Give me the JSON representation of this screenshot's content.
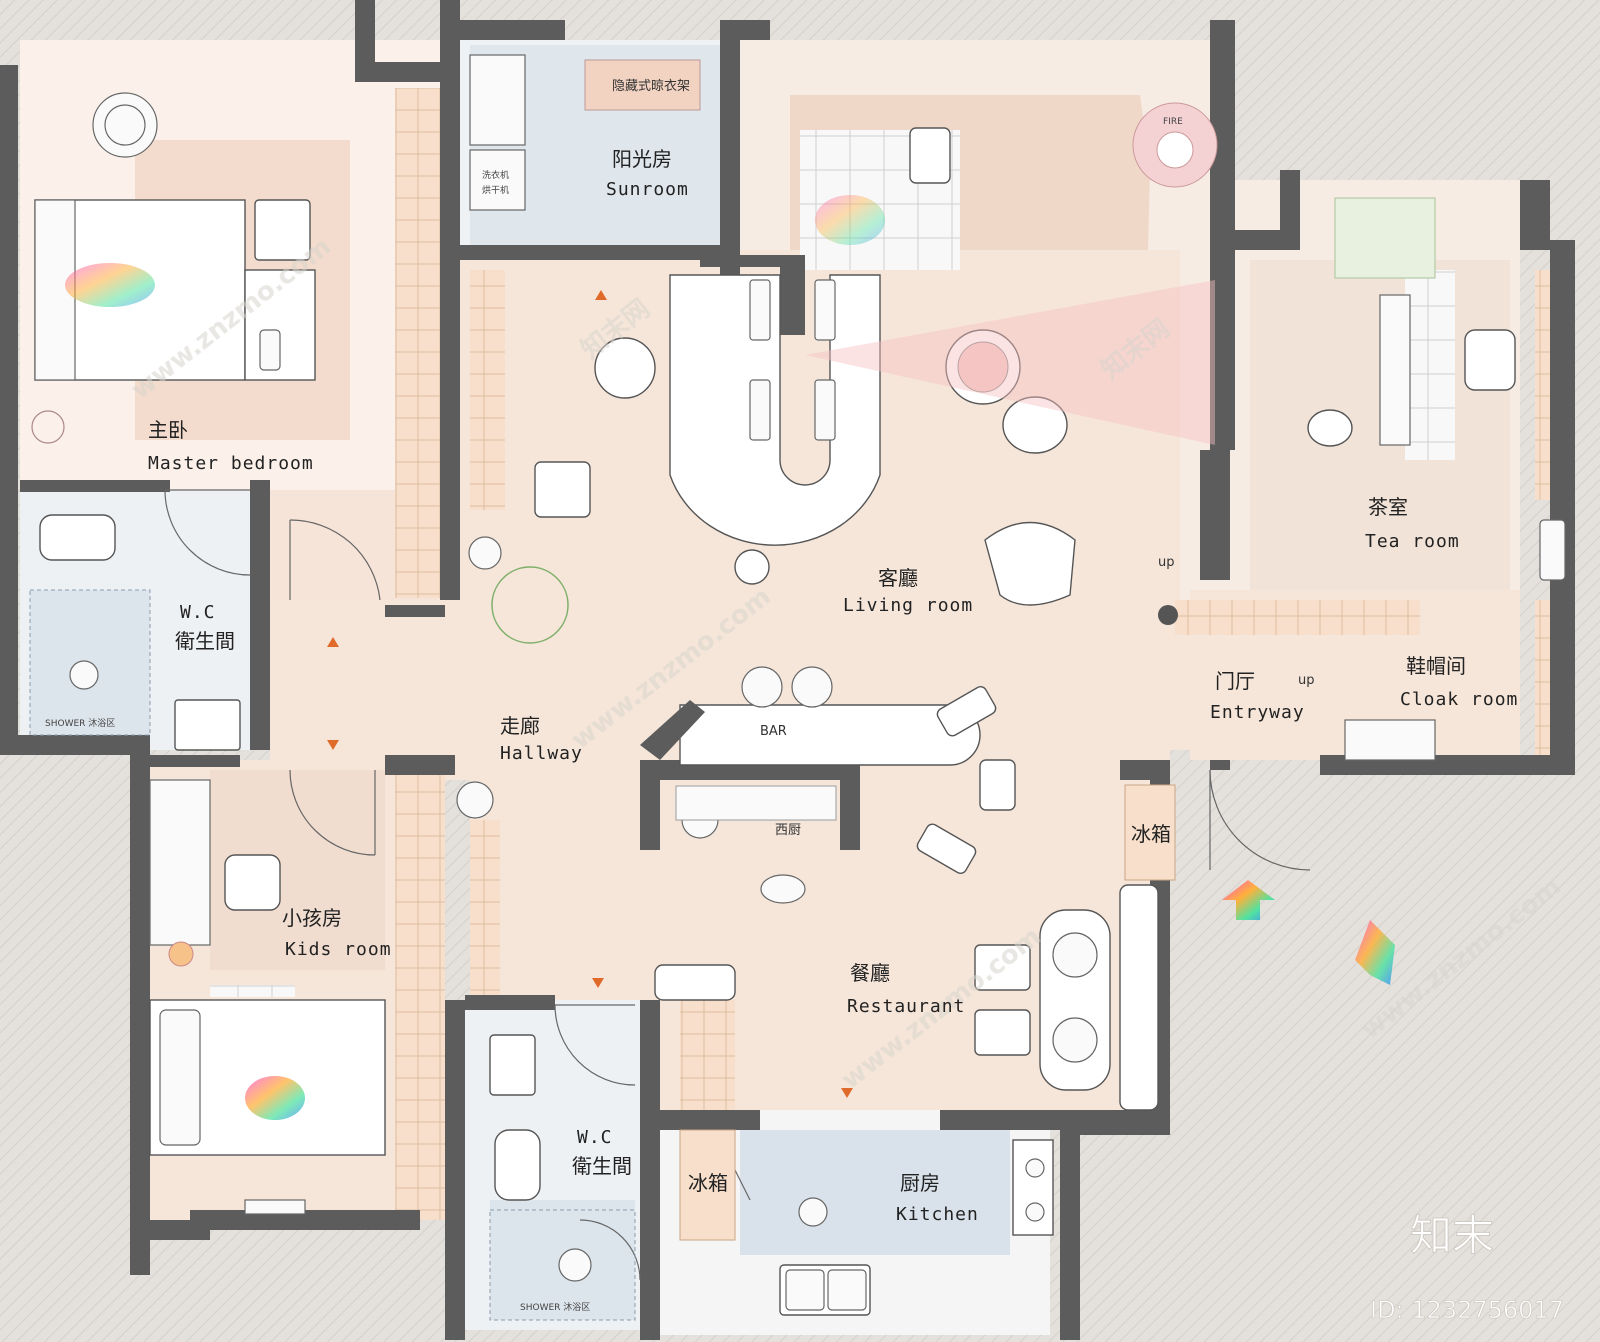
{
  "rooms": {
    "master_bedroom": {
      "cn": "主卧",
      "en": "Master bedroom"
    },
    "sunroom": {
      "cn": "阳光房",
      "en": "Sunroom",
      "rack": "隐藏式晾衣架",
      "washer_line1": "洗衣机",
      "washer_line2": "烘干机"
    },
    "living_room": {
      "cn": "客廳",
      "en": "Living room",
      "fire": "FIRE"
    },
    "tea_room": {
      "cn": "茶室",
      "en": "Tea room",
      "up": "up"
    },
    "wc_top": {
      "en": "W.C",
      "cn": "衛生間",
      "shower": "SHOWER 沐浴区"
    },
    "hallway": {
      "cn": "走廊",
      "en": "Hallway"
    },
    "bar": {
      "label": "BAR",
      "west_kitchen": "西厨"
    },
    "entryway": {
      "cn": "门厅",
      "en": "Entryway",
      "up": "up"
    },
    "cloak_room": {
      "cn": "鞋帽间",
      "en": "Cloak room"
    },
    "kids_room": {
      "cn": "小孩房",
      "en": "Kids room"
    },
    "restaurant": {
      "cn": "餐廳",
      "en": "Restaurant",
      "fridge": "冰箱"
    },
    "wc_bottom": {
      "en": "W.C",
      "cn": "衛生間",
      "shower": "SHOWER 沐浴区"
    },
    "kitchen": {
      "cn": "厨房",
      "en": "Kitchen",
      "fridge": "冰箱"
    }
  },
  "watermark": {
    "brand": "知末",
    "id": "ID: 1232756017",
    "site": "www.znzmo.com",
    "site_cn": "知末网"
  },
  "colors": {
    "floor": "#f6e6da",
    "living": "#efd9cb",
    "wet": "#dde6ec",
    "tile": "#f7dfcb",
    "wall": "#5c5c5c",
    "outside": "#e3e0dc"
  }
}
